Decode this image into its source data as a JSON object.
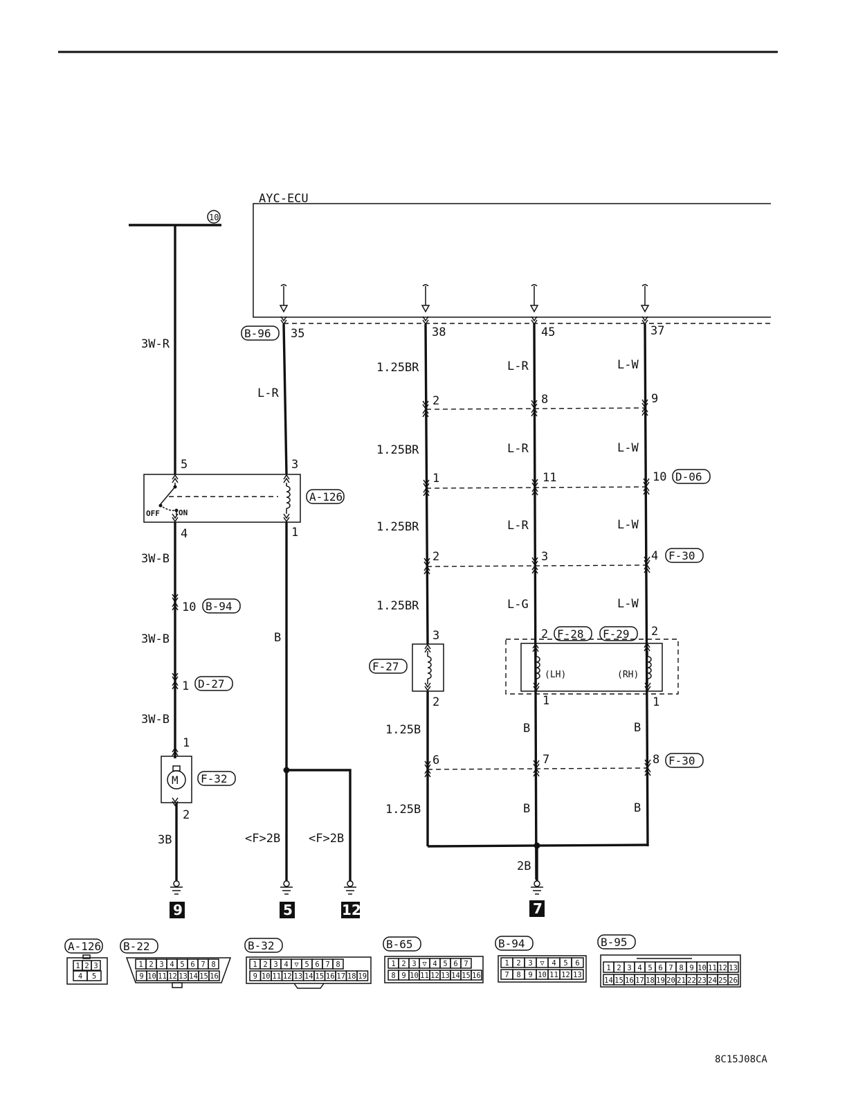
{
  "ecu": {
    "title": "AYC-ECU",
    "connector": "B-96"
  },
  "ref_circle": "10",
  "ecu_pins": [
    {
      "id": "p35",
      "num": "35",
      "wire": "L-R"
    },
    {
      "id": "p38",
      "num": "38",
      "wire": "1.25BR"
    },
    {
      "id": "p45",
      "num": "45",
      "wire": "L-R"
    },
    {
      "id": "p37",
      "num": "37",
      "wire": "L-W"
    }
  ],
  "left_circuit": {
    "wire_top": "3W-R",
    "relay": {
      "connector": "A-126",
      "pin5": "5",
      "pin3": "3",
      "pin4": "4",
      "pin1": "1",
      "off_label": "OFF",
      "on_label": "ON"
    },
    "wire_after_relay": "3W-B",
    "b94": {
      "pin": "10",
      "connector": "B-94"
    },
    "wire_mid": "3W-B",
    "d27": {
      "pin": "1",
      "connector": "D-27"
    },
    "wire_low": "3W-B",
    "motor": {
      "connector": "F-32",
      "pin_top": "1",
      "pin_bottom": "2",
      "symbol": "M"
    },
    "wire_ground": "3B",
    "ground_number": "9"
  },
  "relay_output": {
    "wire": "B",
    "branch_left": "<F>2B",
    "branch_right": "<F>2B",
    "ground_left": "5",
    "ground_right": "12"
  },
  "column38": {
    "pins": [
      "2",
      "1",
      "2",
      "3",
      "2",
      "6"
    ],
    "wires": [
      "1.25BR",
      "1.25BR",
      "1.25BR",
      "1.25BR",
      "1.25B",
      "1.25B"
    ],
    "solenoid": "F-27"
  },
  "column45": {
    "pins": [
      "8",
      "11",
      "3",
      "2",
      "1",
      "7"
    ],
    "wires": [
      "L-R",
      "L-R",
      "L-R",
      "L-G",
      "B",
      "B"
    ],
    "connector_f28": "F-28",
    "lh_label": "(LH)"
  },
  "column37": {
    "pins": [
      "9",
      "10",
      "4",
      "2",
      "1",
      "8"
    ],
    "wires": [
      "L-W",
      "L-W",
      "L-W",
      "L-W",
      "B",
      "B"
    ],
    "connector_d06": "D-06",
    "connector_f30": "F-30",
    "connector_f29": "F-29",
    "rh_label": "(RH)",
    "connector_f30_lower": "F-30"
  },
  "common_ground": {
    "wire": "2B",
    "ground_number": "7"
  },
  "connector_views": {
    "a126": {
      "name": "A-126",
      "row1": [
        "1",
        "2",
        "3"
      ],
      "row2": [
        "4",
        "5"
      ]
    },
    "b22": {
      "name": "B-22",
      "row1": [
        "1",
        "2",
        "3",
        "4",
        "5",
        "6",
        "7",
        "8"
      ],
      "row2": [
        "9",
        "10",
        "11",
        "12",
        "13",
        "14",
        "15",
        "16"
      ]
    },
    "b32": {
      "name": "B-32",
      "row1": [
        "1",
        "2",
        "3",
        "4",
        "",
        "5",
        "6",
        "7",
        "8"
      ],
      "row2": [
        "9",
        "10",
        "11",
        "12",
        "13",
        "14",
        "15",
        "16",
        "17",
        "18",
        "19"
      ]
    },
    "b65": {
      "name": "B-65",
      "row1": [
        "1",
        "2",
        "3",
        "",
        "4",
        "5",
        "6",
        "7"
      ],
      "row2": [
        "8",
        "9",
        "10",
        "11",
        "12",
        "13",
        "14",
        "15",
        "16"
      ]
    },
    "b94": {
      "name": "B-94",
      "row1": [
        "1",
        "2",
        "3",
        "",
        "4",
        "5",
        "6"
      ],
      "row2": [
        "7",
        "8",
        "9",
        "10",
        "11",
        "12",
        "13"
      ]
    },
    "b95": {
      "name": "B-95",
      "row1": [
        "1",
        "2",
        "3",
        "4",
        "5",
        "6",
        "7",
        "8",
        "9",
        "10",
        "11",
        "12",
        "13"
      ],
      "row2": [
        "14",
        "15",
        "16",
        "17",
        "18",
        "19",
        "20",
        "21",
        "22",
        "23",
        "24",
        "25",
        "26"
      ]
    }
  },
  "figure_code": "8C15J08CA"
}
